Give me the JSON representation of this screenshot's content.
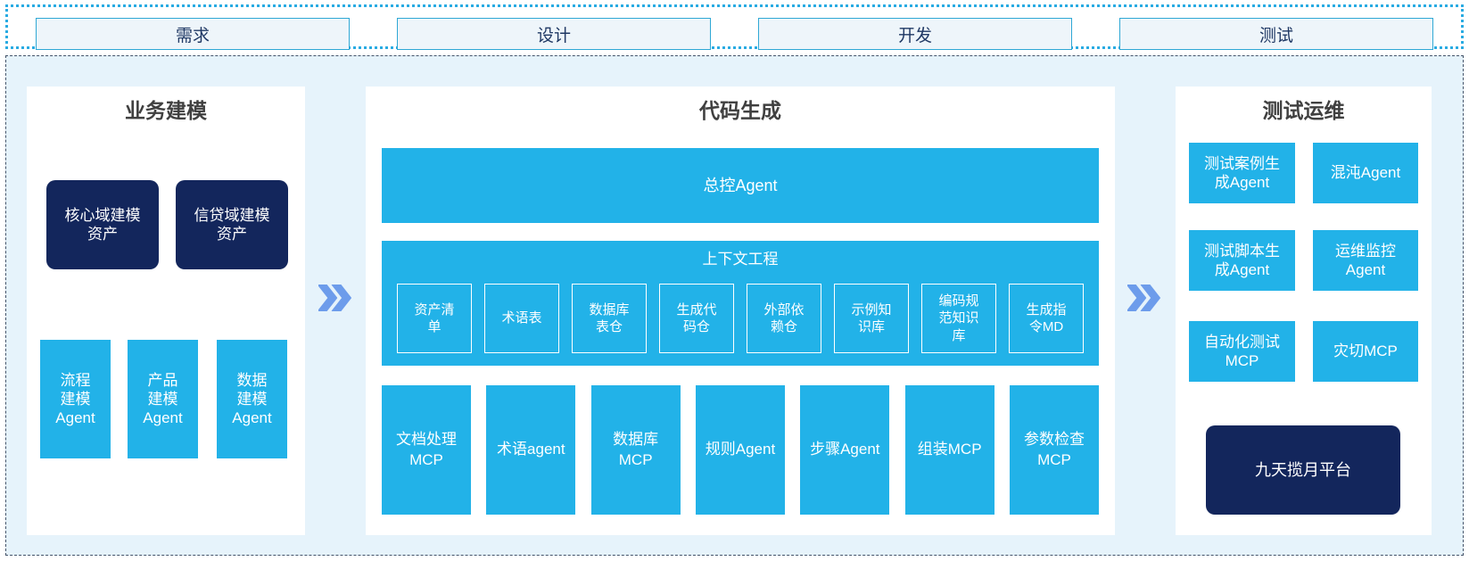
{
  "phases": {
    "items": [
      "需求",
      "设计",
      "开发",
      "测试"
    ]
  },
  "business_modeling": {
    "title": "业务建模",
    "assets": [
      "核心域建模\n资产",
      "信贷域建模\n资产"
    ],
    "agents": [
      "流程\n建模\nAgent",
      "产品\n建模\nAgent",
      "数据\n建模\nAgent"
    ]
  },
  "code_generation": {
    "title": "代码生成",
    "master_agent": "总控Agent",
    "context_engineering": {
      "title": "上下文工程",
      "items": [
        "资产清\n单",
        "术语表",
        "数据库\n表仓",
        "生成代\n码仓",
        "外部依\n赖仓",
        "示例知\n识库",
        "编码规\n范知识\n库",
        "生成指\n令MD"
      ]
    },
    "workers": [
      "文档处理\nMCP",
      "术语agent",
      "数据库\nMCP",
      "规则Agent",
      "步骤Agent",
      "组装MCP",
      "参数检查\nMCP"
    ]
  },
  "test_ops": {
    "title": "测试运维",
    "boxes": [
      "测试案例生\n成Agent",
      "混沌Agent",
      "测试脚本生\n成Agent",
      "运维监控\nAgent",
      "自动化测试\nMCP",
      "灾切MCP"
    ],
    "platform": "九天揽月平台"
  },
  "icons": {
    "flow_arrow": "double-chevron-right"
  },
  "colors": {
    "box_cyan": "#22b2e8",
    "box_navy": "#13265c",
    "chevron_blue": "#6d9ceb",
    "strip_border_cyan": "#29abe2",
    "frame_border_dark": "#44546a",
    "frame_bg_light_blue": "#e6f3fb",
    "phase_bg": "#eef5fa",
    "phase_text_navy": "#1f3864",
    "title_text": "#404040"
  }
}
